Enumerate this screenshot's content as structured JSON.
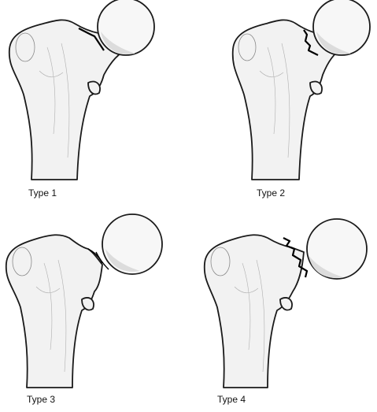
{
  "figure": {
    "panels": [
      {
        "label": "Type 1"
      },
      {
        "label": "Type 2"
      },
      {
        "label": "Type 3"
      },
      {
        "label": "Type 4"
      }
    ]
  }
}
